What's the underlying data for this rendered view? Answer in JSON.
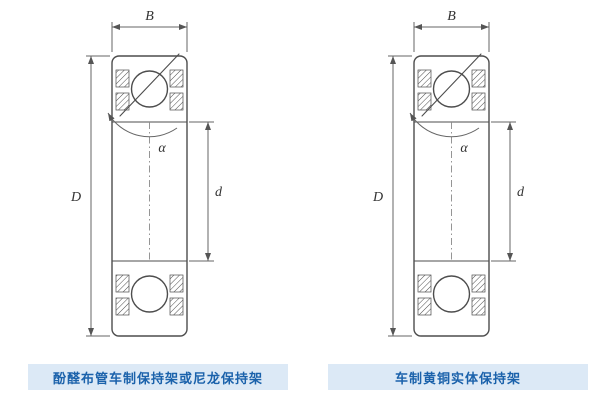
{
  "figures": [
    {
      "caption": "酚醛布管车制保持架或尼龙保持架",
      "labels": {
        "width": "B",
        "outer_diameter": "D",
        "bore_diameter": "d",
        "contact_angle": "α"
      }
    },
    {
      "caption": "车制黄铜实体保持架",
      "labels": {
        "width": "B",
        "outer_diameter": "D",
        "bore_diameter": "d",
        "contact_angle": "α"
      }
    }
  ],
  "colors": {
    "drawing_line": "#4d4d4d",
    "dimension_line": "#666666",
    "caption_background": "#dce9f6",
    "caption_text": "#1b62ab"
  }
}
